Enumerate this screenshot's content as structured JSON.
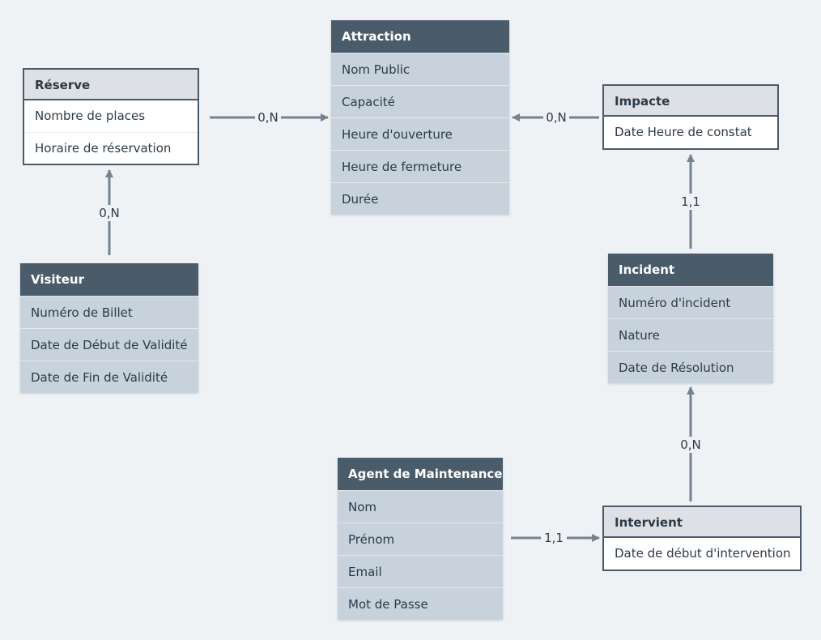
{
  "colors": {
    "background": "#eff2f5",
    "entity_header": "#4a5b6a",
    "entity_row": "#c7d2dc",
    "relation_header": "#dde1e5",
    "edge": "#75828f"
  },
  "entities": {
    "attraction": {
      "title": "Attraction",
      "fields": [
        "Nom Public",
        "Capacité",
        "Heure d'ouverture",
        "Heure de fermeture",
        "Durée"
      ]
    },
    "visiteur": {
      "title": "Visiteur",
      "fields": [
        "Numéro de Billet",
        "Date de Début de Validité",
        "Date de Fin de Validité"
      ]
    },
    "incident": {
      "title": "Incident",
      "fields": [
        "Numéro d'incident",
        "Nature",
        "Date de Résolution"
      ]
    },
    "agent": {
      "title": "Agent de Maintenance",
      "fields": [
        "Nom",
        "Prénom",
        "Email",
        "Mot de Passe"
      ]
    }
  },
  "relations": {
    "reserve": {
      "title": "Réserve",
      "fields": [
        "Nombre de places",
        "Horaire de réservation"
      ]
    },
    "impacte": {
      "title": "Impacte",
      "fields": [
        "Date Heure de constat"
      ]
    },
    "intervient": {
      "title": "Intervient",
      "fields": [
        "Date de début d'intervention"
      ]
    }
  },
  "cardinalities": {
    "reserve_attraction": "0,N",
    "visiteur_reserve": "0,N",
    "impacte_attraction": "0,N",
    "incident_impacte": "1,1",
    "intervient_incident": "0,N",
    "agent_intervient": "1,1"
  }
}
